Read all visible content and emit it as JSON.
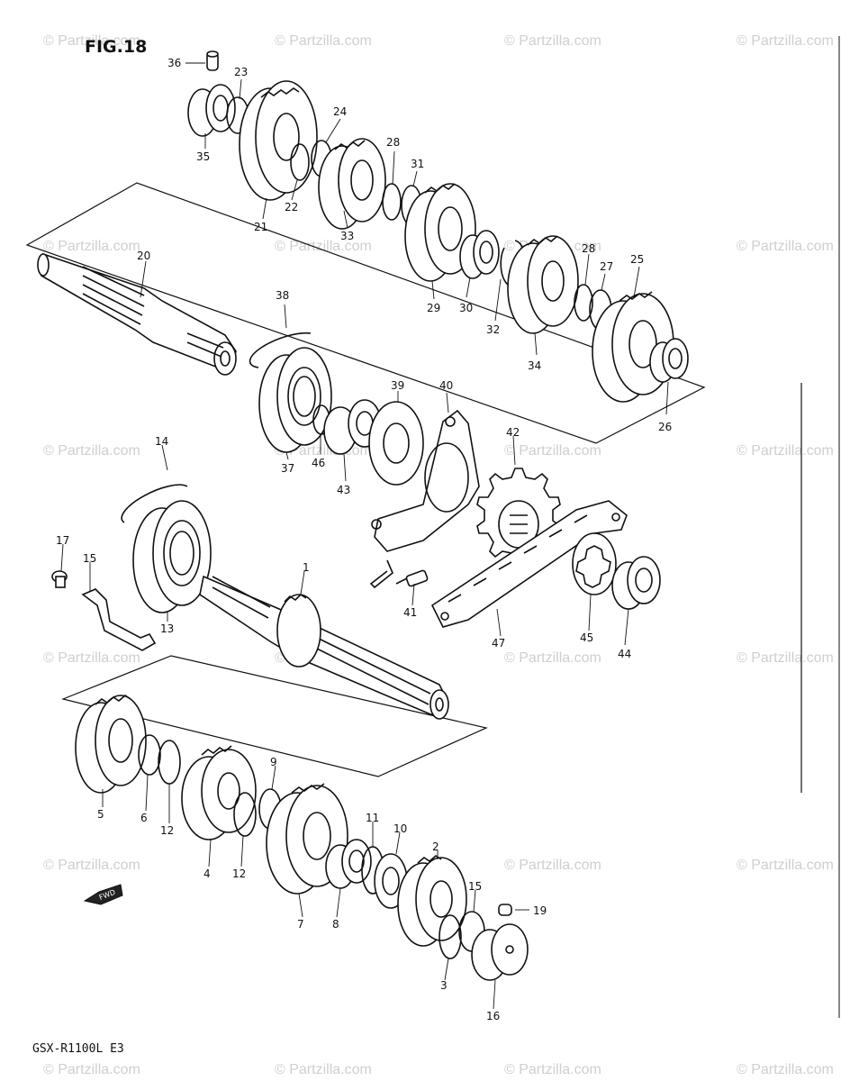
{
  "figure_title": "FIG.18",
  "model_code": "GSX-R1100L E3",
  "fwd_label": "FWD",
  "watermark_text": "© Partzilla.com",
  "part_numbers": [
    "1",
    "2",
    "3",
    "4",
    "5",
    "6",
    "7",
    "8",
    "9",
    "10",
    "11",
    "12",
    "12",
    "13",
    "14",
    "15",
    "15",
    "16",
    "17",
    "19",
    "20",
    "21",
    "22",
    "23",
    "24",
    "25",
    "26",
    "27",
    "28",
    "28",
    "29",
    "30",
    "31",
    "32",
    "33",
    "34",
    "35",
    "36",
    "37",
    "38",
    "39",
    "40",
    "41",
    "42",
    "43",
    "44",
    "45",
    "46",
    "47"
  ]
}
